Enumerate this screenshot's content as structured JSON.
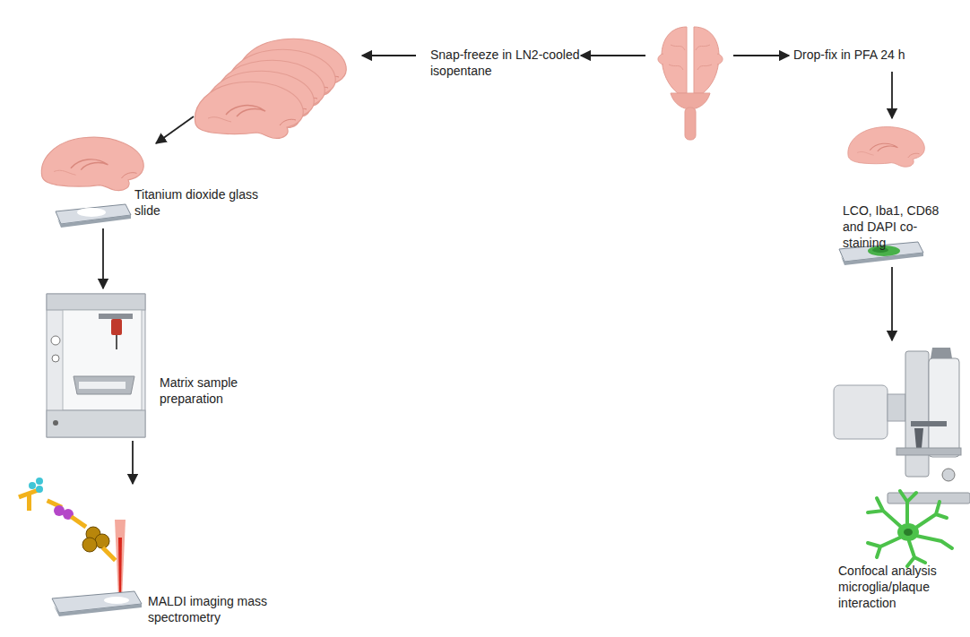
{
  "diagram": {
    "nodes": [
      {
        "text": [
          "Titanium dioxide glass slide"
        ]
      },
      {
        "text": [
          "Matrix sample preparation"
        ]
      },
      {
        "text": [
          "MALDI imaging mass spectrometry"
        ]
      },
      {
        "text": [
          "LCO, Iba1, CD68 and DAPI co-staining"
        ]
      },
      {
        "text": [
          "Confocal analysis microglia/plaque interaction"
        ]
      }
    ],
    "edges": [
      {
        "from": 0,
        "to": 1,
        "arrow": "to"
      },
      {
        "from": 1,
        "to": 2,
        "arrow": "to"
      },
      {
        "from": 3,
        "to": 4,
        "arrow": "to"
      }
    ],
    "labels": [
      "Snap-freeze in LN2-cooled isopentane",
      "Drop-fix in PFA 24 h"
    ]
  }
}
